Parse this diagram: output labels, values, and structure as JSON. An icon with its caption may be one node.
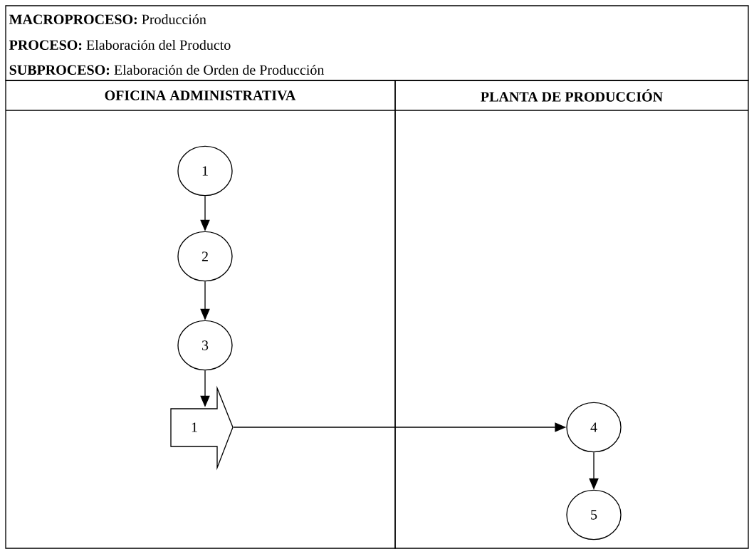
{
  "diagram": {
    "nodes": [
      {
        "text": [
          "OFICINA ADMINISTRATIVA"
        ]
      },
      {
        "text": [
          "PLANTA DE PRODUCCIÓN"
        ]
      },
      {
        "text": [
          "1"
        ],
        "in": 0
      },
      {
        "text": [
          "2"
        ],
        "in": 0
      },
      {
        "text": [
          "3"
        ],
        "in": 0
      },
      {
        "text": [
          "1"
        ],
        "in": 0
      },
      {
        "text": [
          "4"
        ],
        "in": 1
      },
      {
        "text": [
          "5"
        ],
        "in": 1
      }
    ],
    "edges": [
      {
        "from": 2,
        "to": 3,
        "arrow": "to"
      },
      {
        "from": 3,
        "to": 4,
        "arrow": "to"
      },
      {
        "from": 4,
        "to": 5,
        "arrow": "to"
      },
      {
        "from": 5,
        "to": 6,
        "arrow": "to"
      },
      {
        "from": 6,
        "to": 7,
        "arrow": "to"
      }
    ],
    "labels": [
      "**MACROPROCESO:** Producción",
      "**PROCESO:** Elaboración del Producto",
      "**SUBPROCESO:** Elaboración de Orden de Producción"
    ]
  }
}
